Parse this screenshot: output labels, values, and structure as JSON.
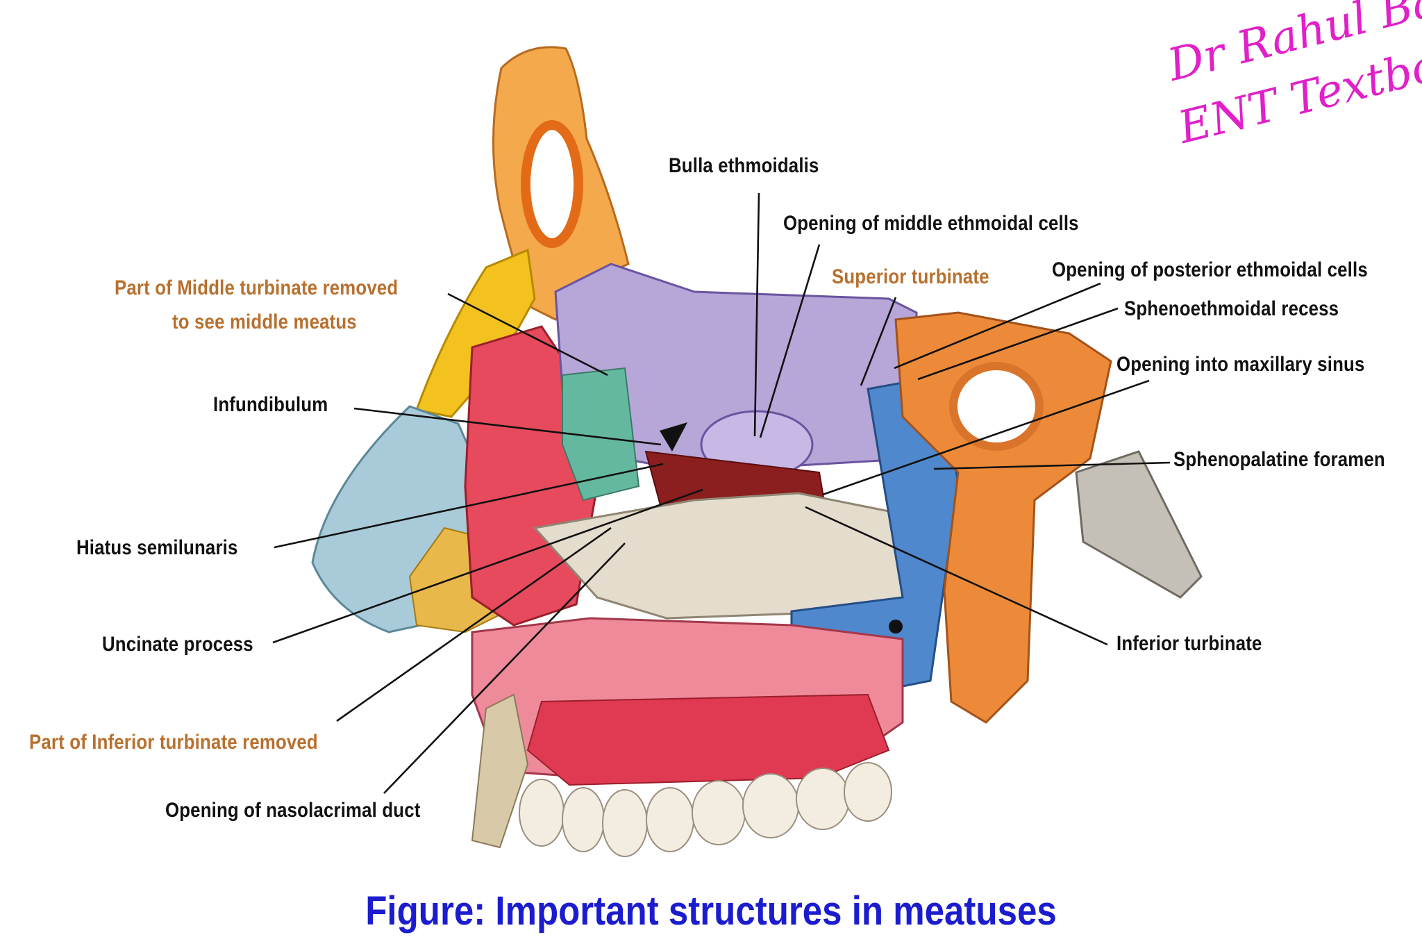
{
  "labels": {
    "bulla_ethmoidalis": "Bulla ethmoidalis",
    "opening_middle_ethmoidal_cells": "Opening of middle ethmoidal cells",
    "superior_turbinate": "Superior turbinate",
    "opening_posterior_ethmoidal_cells": "Opening of posterior ethmoidal cells",
    "sphenoethmoidal_recess": "Sphenoethmoidal recess",
    "opening_maxillary_sinus": "Opening into maxillary sinus",
    "sphenopalatine_foramen": "Sphenopalatine foramen",
    "inferior_turbinate": "Inferior turbinate",
    "middle_turbinate_removed_line1": "Part of Middle turbinate removed",
    "middle_turbinate_removed_line2": "to see middle meatus",
    "infundibulum": "Infundibulum",
    "hiatus_semilunaris": "Hiatus semilunaris",
    "uncinate_process": "Uncinate process",
    "inferior_turbinate_removed": "Part of Inferior turbinate removed",
    "opening_nasolacrimal_duct": "Opening of nasolacrimal duct"
  },
  "watermark": {
    "line1": "Dr Rahul Bagla",
    "line2": "ENT Textbook"
  },
  "caption": "Figure: Important structures in meatuses",
  "colors": {
    "label_text": "#111111",
    "removed_label_text": "#b8702e",
    "caption": "#1c1ccf",
    "watermark": "#e020c8"
  }
}
